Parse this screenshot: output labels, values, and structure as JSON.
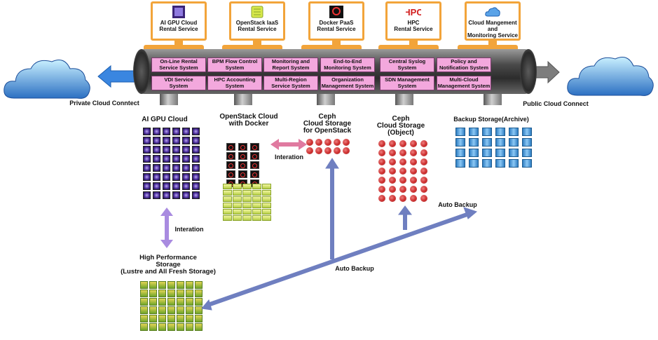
{
  "services": [
    {
      "label": "AI GPU Cloud\nRental Service",
      "icon": "gpu-chip-icon"
    },
    {
      "label": "OpenStack IaaS\nRental Service",
      "icon": "openstack-box-icon"
    },
    {
      "label": "Docker PaaS\nRental Service",
      "icon": "openshift-icon"
    },
    {
      "label": "HPC\nRental Service",
      "icon": "hpc-logo-icon",
      "logo_text": "HPC"
    },
    {
      "label": "Cloud Mangement\nand\nMonitoring Service",
      "icon": "cloud-icon"
    }
  ],
  "pipeline_boxes_top": [
    "On-Line Rental\nService System",
    "BPM Flow Control\nSystem",
    "Monitoring and\nReport System",
    "End-to-End\nMonitoring System",
    "Central Syslog\nSystem",
    "Policy and\nNotification System"
  ],
  "pipeline_boxes_bottom": [
    "VDI Service\nSystem",
    "HPC Accounting\nSystem",
    "Multi-Region\nService System",
    "Organization\nManagement System",
    "SDN Management\nSystem",
    "Multi-Cloud\nManagement System"
  ],
  "connect_left": "Private Cloud Conntect",
  "connect_right": "Public Cloud Connect",
  "clusters": {
    "ai_gpu": "AI GPU Cloud",
    "openstack": "OpenStack Cloud\nwith Docker",
    "ceph_openstack": "Ceph\nCloud Storage\nfor OpenStack",
    "ceph_object": "Ceph\nCloud Storage\n(Object)",
    "backup": "Backup Storage(Archive)",
    "hps": "High Performance\nStorage\n(Lustre and All Fresh Storage)"
  },
  "labels": {
    "interation_1": "Interation",
    "interation_2": "Interation",
    "auto_backup_1": "Auto Backup",
    "auto_backup_2": "Auto Backup"
  },
  "colors": {
    "service_border": "#f2a43a",
    "system_box": "#f3a8dd",
    "arrow_blue": "#6f7fc0",
    "arrow_purple": "#a98be0",
    "arrow_pink": "#e07aa0"
  }
}
